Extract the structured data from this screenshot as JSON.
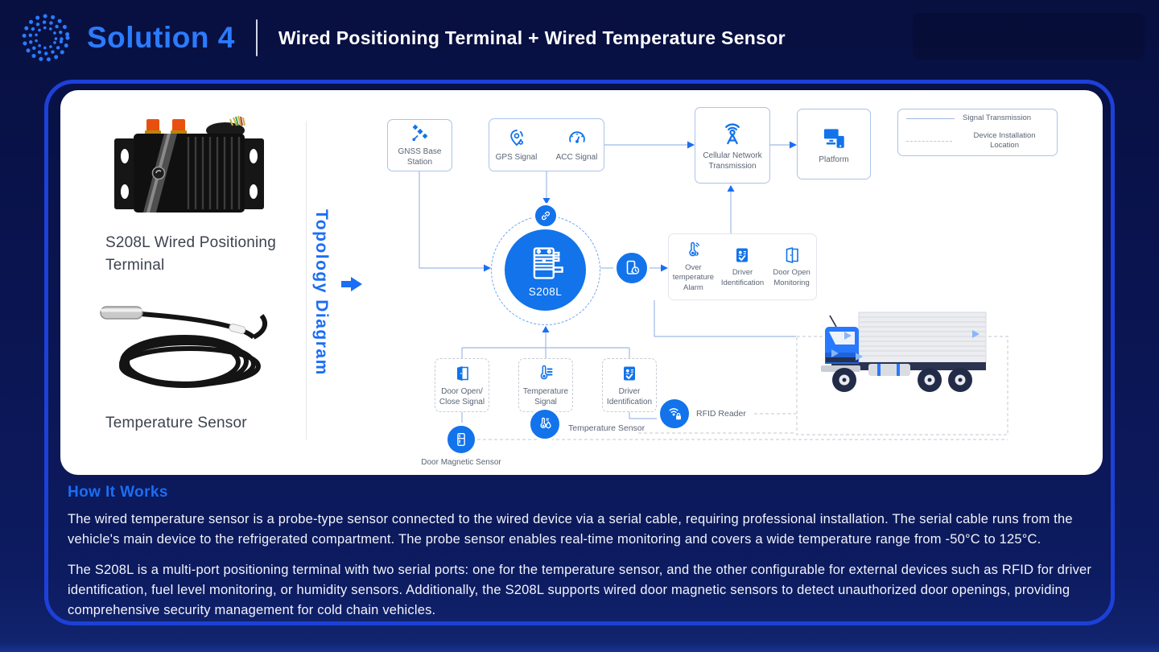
{
  "header": {
    "logo_icon": "dotted-globe-logo",
    "title": "Solution 4",
    "subtitle": "Wired Positioning Terminal + Wired Temperature Sensor"
  },
  "products": {
    "terminal_label": "S208L Wired Positioning Terminal",
    "sensor_label": "Temperature Sensor"
  },
  "topology": {
    "section_label": "Topology Diagram",
    "nodes": {
      "gnss": {
        "label": "GNSS Base Station",
        "icon": "satellite-icon"
      },
      "gps": {
        "label": "GPS Signal",
        "icon": "gps-pin-icon"
      },
      "acc": {
        "label": "ACC Signal",
        "icon": "gauge-icon"
      },
      "cellular": {
        "label": "Cellular Network Transmission",
        "icon": "antenna-tower-icon"
      },
      "platform": {
        "label": "Platform",
        "icon": "computer-phone-icon"
      },
      "device": {
        "label": "S208L",
        "icon": "terminal-device-icon",
        "link_badge_icon": "link-icon",
        "phone_badge_icon": "phone-clock-icon"
      },
      "overtemp_alarm": {
        "label": "Over temperature Alarm",
        "icon": "thermometer-alert-icon"
      },
      "driver_monitoring": {
        "label": "Driver Identification",
        "icon": "id-card-icon"
      },
      "door_monitoring": {
        "label": "Door Open Monitoring",
        "icon": "open-door-icon"
      },
      "door_signal": {
        "label": "Door Open/ Close Signal",
        "icon": "door-open-close-icon"
      },
      "temp_signal": {
        "label": "Temperature Signal",
        "icon": "thermometer-lines-icon"
      },
      "driver_id": {
        "label": "Driver Identification",
        "icon": "id-card-icon"
      },
      "door_magnetic": {
        "label": "Door Magnetic Sensor",
        "icon": "magnetic-door-icon"
      },
      "temp_sensor": {
        "label": "Temperature Sensor",
        "icon": "dual-thermometer-icon"
      },
      "rfid": {
        "label": "RFID Reader",
        "icon": "rfid-waves-lock-icon"
      },
      "truck": {
        "icon": "cold-chain-truck-illustration"
      }
    },
    "legend": {
      "signal": "Signal Transmission",
      "install": "Device Installation Location"
    }
  },
  "how_it_works": {
    "heading": "How It Works",
    "paragraphs": [
      "The wired temperature sensor is a probe-type sensor connected to the wired device via a serial cable, requiring professional installation. The serial cable runs from the vehicle's main device to the refrigerated compartment. The probe sensor enables real-time monitoring and covers a wide temperature range from -50°C to 125°C.",
      "The S208L is a multi-port positioning terminal with two serial ports: one for the temperature sensor, and the other configurable for external devices such as RFID for driver identification, fuel level monitoring, or humidity sensors. Additionally, the S208L supports wired door magnetic sensors to detect unauthorized door openings, providing comprehensive security management for cold chain vehicles."
    ]
  },
  "colors": {
    "background_navy": "#0a1450",
    "accent_blue": "#1a6ef5",
    "title_blue": "#2b7bff",
    "frame_border": "#1d40d8",
    "node_fill": "#1273eb",
    "line_blue": "#9fb9e6",
    "card_white": "#ffffff"
  }
}
